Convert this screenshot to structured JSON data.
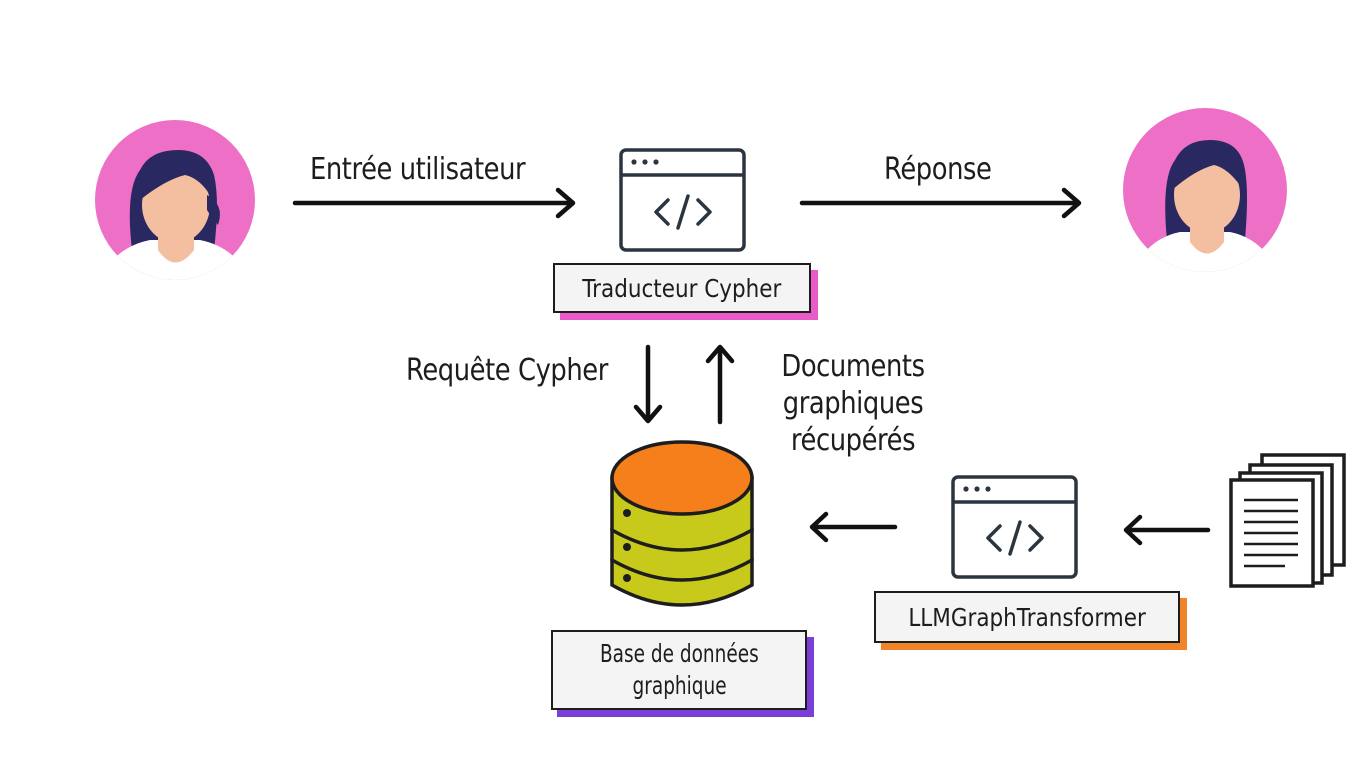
{
  "colors": {
    "avatar_bg": "#ee6fc6",
    "hair": "#2a2860",
    "skin": "#f3bfa0",
    "shirt": "#ffffff",
    "ink": "#1d1d1d",
    "db_top": "#f57f1b",
    "db_body": "#c8ca1b",
    "accent_pink": "#e95bc8",
    "accent_purple": "#7a3fd6",
    "accent_orange": "#f08428"
  },
  "nodes": {
    "user_left": {
      "icon": "user-avatar-icon"
    },
    "user_right": {
      "icon": "user-avatar-icon"
    },
    "translator": {
      "icon": "code-window-icon",
      "label": "Traducteur Cypher"
    },
    "database": {
      "icon": "database-icon",
      "label_line1": "Base de données",
      "label_line2": "graphique"
    },
    "transformer": {
      "icon": "code-window-icon",
      "label": "LLMGraphTransformer"
    },
    "documents": {
      "icon": "documents-stack-icon"
    }
  },
  "edges": {
    "input_label": "Entrée utilisateur",
    "response_label": "Réponse",
    "query_label": "Requête Cypher",
    "retrieved_line1": "Documents",
    "retrieved_line2": "graphiques",
    "retrieved_line3": "récupérés"
  }
}
